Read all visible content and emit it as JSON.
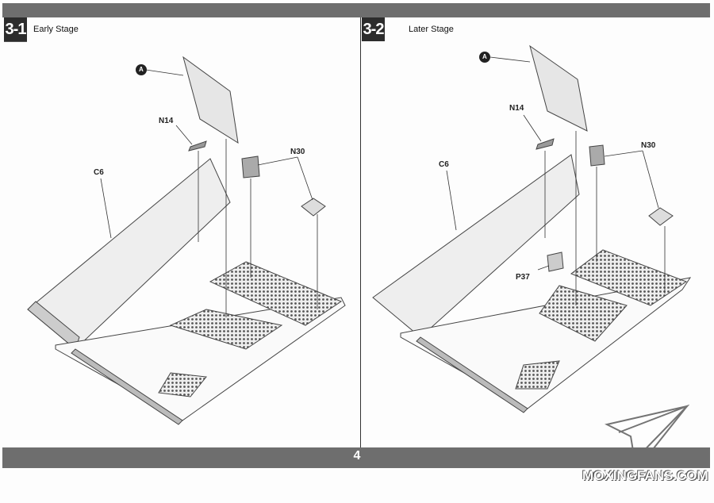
{
  "steps": [
    {
      "number": "3-1",
      "title": "Early Stage"
    },
    {
      "number": "3-2",
      "title": "Later Stage"
    }
  ],
  "part_labels": {
    "left": {
      "a": "A",
      "n14": "N14",
      "c6": "C6",
      "n30": "N30"
    },
    "right": {
      "a": "A",
      "n14": "N14",
      "c6": "C6",
      "n30": "N30",
      "p37": "P37"
    }
  },
  "page_number": "4",
  "watermark": "MOXINGFANS.COM"
}
